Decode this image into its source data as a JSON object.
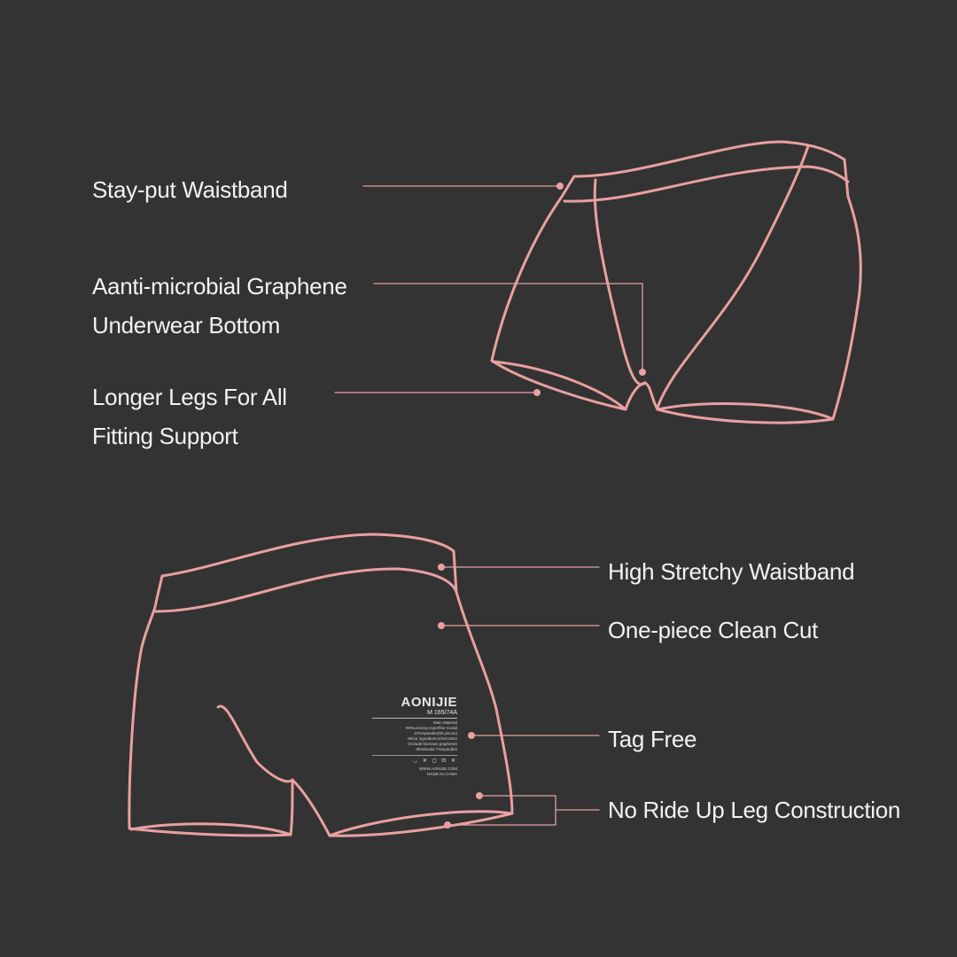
{
  "colors": {
    "background": "#333333",
    "line": "#e8a0a0",
    "text": "#f2f2f2"
  },
  "top_callouts": [
    {
      "lines": [
        "Stay-put Waistband"
      ]
    },
    {
      "lines": [
        "Aanti-microbial Graphene",
        "Underwear Bottom"
      ]
    },
    {
      "lines": [
        "Longer Legs For All",
        "Fitting Support"
      ]
    }
  ],
  "bottom_callouts": [
    {
      "lines": [
        "High Stretchy Waistband"
      ]
    },
    {
      "lines": [
        "One-piece Clean Cut"
      ]
    },
    {
      "lines": [
        "Tag Free"
      ]
    },
    {
      "lines": [
        "No Ride Up Leg Construction"
      ]
    }
  ],
  "tag": {
    "brand": "AONIJIE",
    "size": "M 165/74A",
    "lines": [
      "Main Material",
      "90%Lenzing superfine modal",
      "10%Spandex(90 pieces)",
      "Minor ingredient:63%Cotton",
      "(Include biomass graphene)",
      "30%Modal 7%Spandex"
    ],
    "care_icons": "◡ ✕ ◻ ⊡ ✕",
    "website": "WWW.AONIJIE.COM",
    "origin": "MADE IN CHINA"
  }
}
